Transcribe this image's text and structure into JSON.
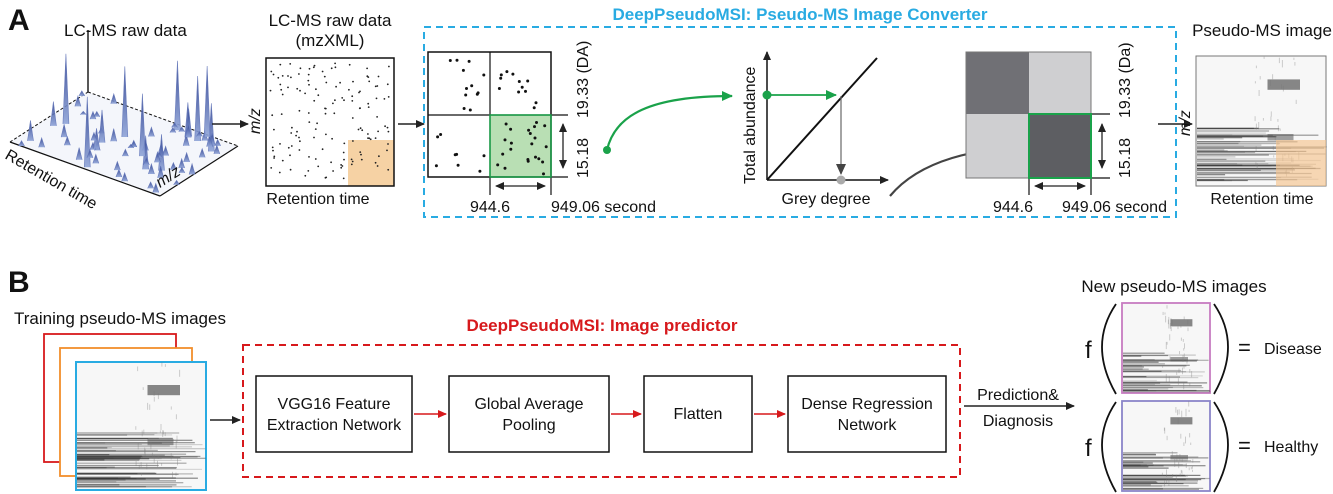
{
  "panel_a": {
    "letter": "A",
    "raw_data_title": "LC-MS raw data",
    "raw_3d": {
      "x_axis": "Retention time",
      "y_axis": "m/z"
    },
    "mzxml": {
      "title_line1": "LC-MS raw data",
      "title_line2": "(mzXML)",
      "y_axis": "m/z",
      "x_axis": "Retention time"
    },
    "converter": {
      "title": "DeepPseudoMSI: Pseudo-MS Image Converter",
      "title_color": "#29abe2",
      "grid": {
        "mz_low": "15.18",
        "mz_high": "19.33 (DA)",
        "rt_low": "944.6",
        "rt_high": "949.06 second"
      },
      "transfer_plot": {
        "y_axis": "Total abundance",
        "x_axis": "Grey degree"
      },
      "grey_grid": {
        "mz_low": "15.18",
        "mz_high": "19.33 (Da)",
        "rt_low": "944.6",
        "rt_high": "949.06 second"
      }
    },
    "output": {
      "title": "Pseudo-MS image",
      "y_axis": "m/z",
      "x_axis": "Retention time"
    }
  },
  "panel_b": {
    "letter": "B",
    "training_title": "Training pseudo-MS images",
    "predictor": {
      "title": "DeepPseudoMSI: Image predictor",
      "title_color": "#d7191c",
      "steps": [
        {
          "line1": "VGG16 Feature",
          "line2": "Extraction Network"
        },
        {
          "line1": "Global Average",
          "line2": "Pooling"
        },
        {
          "line1": "Flatten",
          "line2": ""
        },
        {
          "line1": "Dense Regression",
          "line2": "Network"
        }
      ]
    },
    "prediction_label_line1": "Prediction&",
    "prediction_label_line2": "Diagnosis",
    "new_images_title": "New pseudo-MS images",
    "results": [
      {
        "fn": "f",
        "eq": "=",
        "label": "Disease",
        "frame_color": "#c77cc1"
      },
      {
        "fn": "f",
        "eq": "=",
        "label": "Healthy",
        "frame_color": "#8b85c9"
      }
    ]
  },
  "colors": {
    "highlight_orange": "#f6d2a4",
    "highlight_green": "#b9dfb4",
    "arrow_green": "#1aa24a",
    "arrow_red": "#d7191c",
    "training_frames": [
      "#d7191c",
      "#f28e2b",
      "#29abe2"
    ]
  }
}
